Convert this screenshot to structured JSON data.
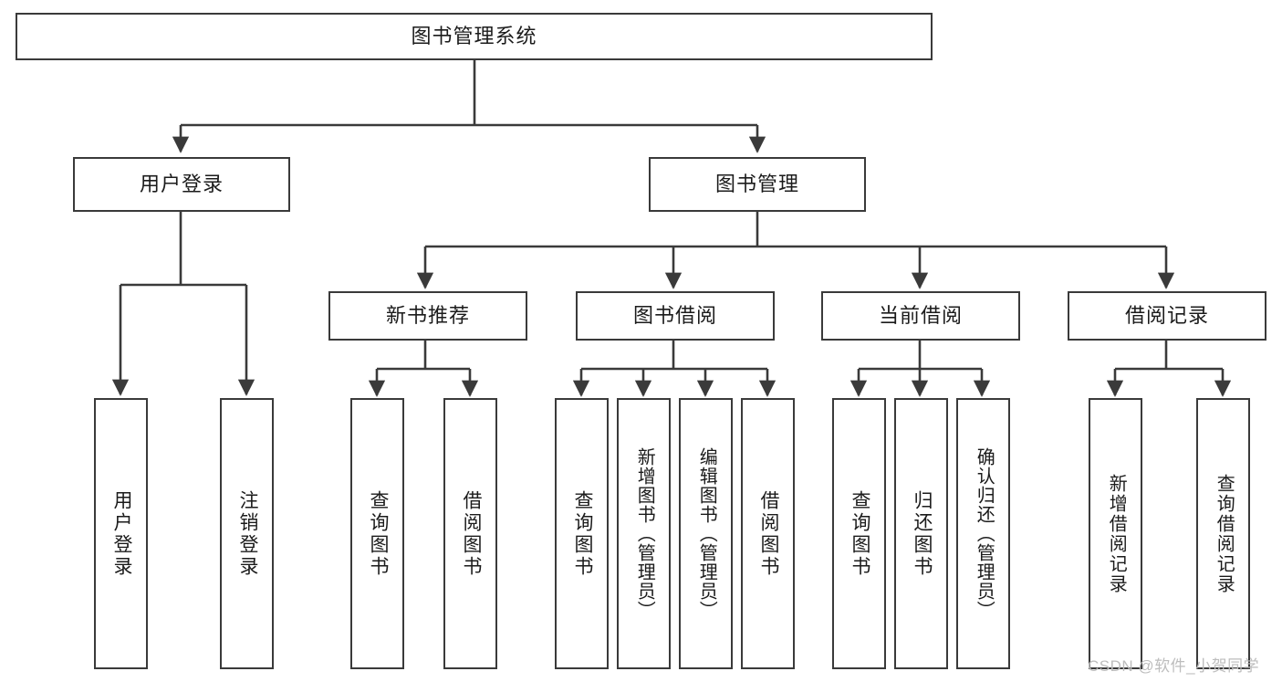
{
  "diagram": {
    "title": "图书管理系统",
    "watermark": "CSDN @软件_小贺同学",
    "colors": {
      "background": "#ffffff",
      "box_border": "#3a3a3a",
      "connector": "#3a3a3a",
      "text": "#1b1b1b",
      "watermark": "#bdbdbd"
    },
    "root": {
      "label": "图书管理系统"
    },
    "level2": [
      {
        "label": "用户登录"
      },
      {
        "label": "图书管理"
      }
    ],
    "level3": [
      {
        "label": "新书推荐"
      },
      {
        "label": "图书借阅"
      },
      {
        "label": "当前借阅"
      },
      {
        "label": "借阅记录"
      }
    ],
    "leaves": {
      "user_login": [
        {
          "label": "用户登录"
        },
        {
          "label": "注销登录"
        }
      ],
      "new_book_rec": [
        {
          "label": "查询图书"
        },
        {
          "label": "借阅图书"
        }
      ],
      "book_borrow": [
        {
          "label": "查询图书"
        },
        {
          "label": "新增图书（管理员）"
        },
        {
          "label": "编辑图书（管理员）"
        },
        {
          "label": "借阅图书"
        }
      ],
      "current_borrow": [
        {
          "label": "查询图书"
        },
        {
          "label": "归还图书"
        },
        {
          "label": "确认归还（管理员）"
        }
      ],
      "borrow_record": [
        {
          "label": "新增借阅记录"
        },
        {
          "label": "查询借阅记录"
        }
      ]
    }
  }
}
